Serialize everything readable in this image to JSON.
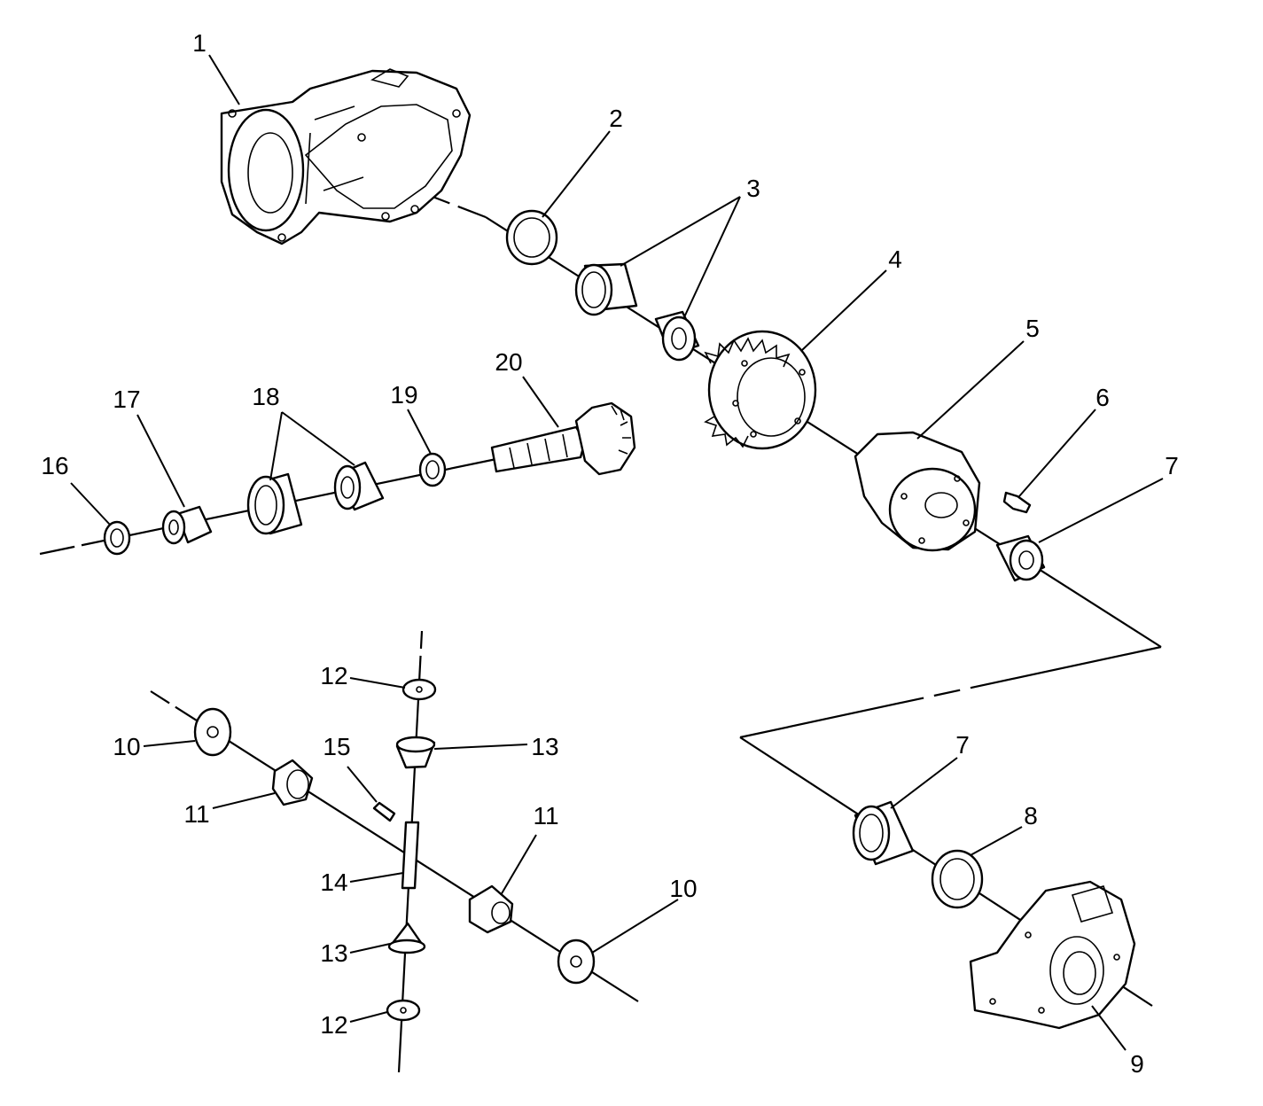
{
  "colors": {
    "line": "#000000",
    "background": "#ffffff"
  },
  "callouts": [
    "1",
    "2",
    "3",
    "4",
    "5",
    "6",
    "7",
    "7",
    "8",
    "9",
    "10",
    "10",
    "11",
    "11",
    "12",
    "12",
    "13",
    "13",
    "14",
    "15",
    "16",
    "17",
    "18",
    "19",
    "20"
  ],
  "parts": [
    "housing-icon",
    "seal-icon",
    "bearing-cup-icon",
    "bearing-cone-icon",
    "ring-gear-icon",
    "differential-case-icon",
    "bolt-icon",
    "bearing-cone-icon",
    "bearing-cup-icon",
    "seal-icon",
    "cover-icon",
    "thrust-washer-icon",
    "side-gear-icon",
    "pinion-gear-icon",
    "pinion-shaft-icon",
    "lock-pin-icon",
    "seal-icon",
    "collapsible-spacer-icon",
    "bearing-icon",
    "shim-icon",
    "drive-pinion-icon"
  ]
}
